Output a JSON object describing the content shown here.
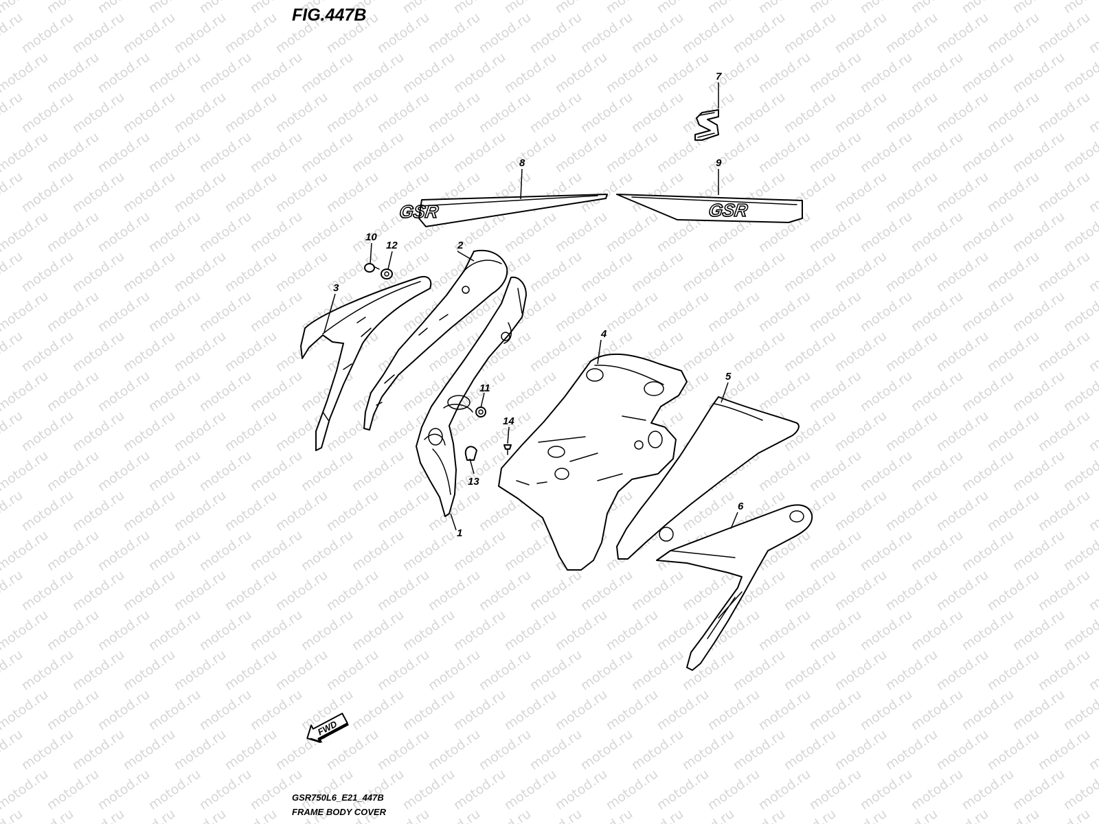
{
  "figure": {
    "title": "FIG.447B",
    "code": "GSR750L6_E21_447B",
    "name": "FRAME BODY COVER"
  },
  "watermark": {
    "text": "motod.ru",
    "color": "#d6d6d6"
  },
  "forward_indicator": {
    "label": "FWD"
  },
  "decals": {
    "logo_text": "GSR"
  },
  "callouts": [
    {
      "number": "1",
      "part": "frame-cover-1"
    },
    {
      "number": "2",
      "part": "frame-cover-2"
    },
    {
      "number": "3",
      "part": "frame-cover-3"
    },
    {
      "number": "4",
      "part": "frame-cover-4"
    },
    {
      "number": "5",
      "part": "frame-cover-5"
    },
    {
      "number": "6",
      "part": "frame-cover-6"
    },
    {
      "number": "7",
      "part": "emblem"
    },
    {
      "number": "8",
      "part": "gsr-decal-left"
    },
    {
      "number": "9",
      "part": "gsr-decal-right"
    },
    {
      "number": "10",
      "part": "bolt"
    },
    {
      "number": "11",
      "part": "cushion"
    },
    {
      "number": "12",
      "part": "nut"
    },
    {
      "number": "13",
      "part": "grommet"
    },
    {
      "number": "14",
      "part": "screw"
    }
  ]
}
